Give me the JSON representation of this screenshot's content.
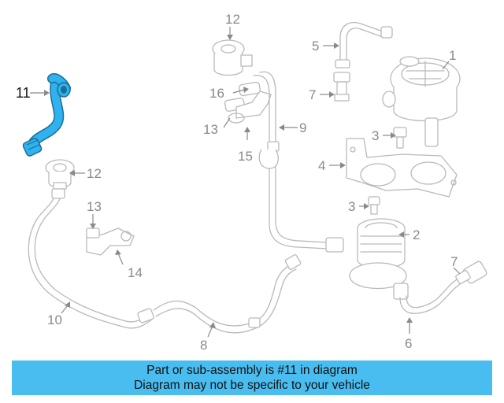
{
  "diagram": {
    "highlight_color": "#2fb2ef",
    "callouts": {
      "c1": "1",
      "c2": "2",
      "c3a": "3",
      "c3b": "3",
      "c4": "4",
      "c5": "5",
      "c6": "6",
      "c7a": "7",
      "c7b": "7",
      "c8": "8",
      "c9": "9",
      "c10": "10",
      "c11": "11",
      "c12a": "12",
      "c12b": "12",
      "c13a": "13",
      "c13b": "13",
      "c14": "14",
      "c15": "15",
      "c16": "16"
    }
  },
  "banner": {
    "line1": "Part or sub-assembly is #11 in diagram",
    "line2": "Diagram may not be specific to your vehicle",
    "background": "#49bdf0"
  }
}
